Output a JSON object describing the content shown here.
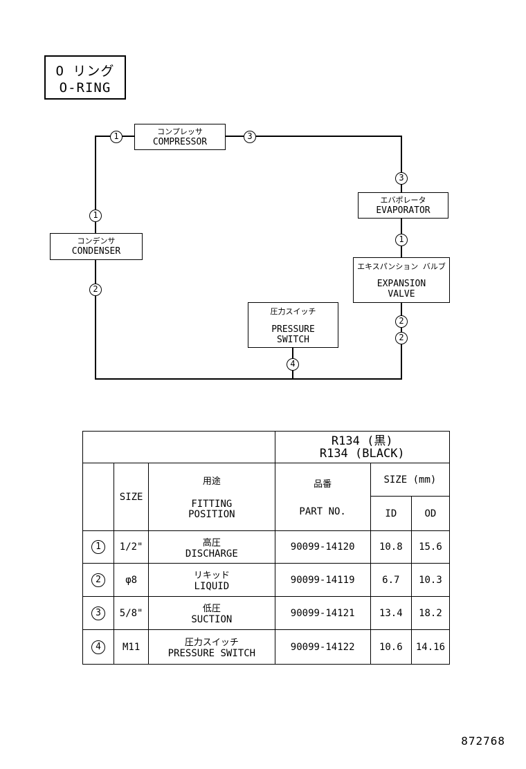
{
  "title": {
    "jp": "O リング",
    "en": "O-RING"
  },
  "components": {
    "compressor": {
      "jp": "コンプレッサ",
      "en": "COMPRESSOR"
    },
    "condenser": {
      "jp": "コンデンサ",
      "en": "CONDENSER"
    },
    "evaporator": {
      "jp": "エバポレータ",
      "en": "EVAPORATOR"
    },
    "expansion_valve": {
      "jp": "エキスパンション バルブ",
      "en1": "EXPANSION",
      "en2": "VALVE"
    },
    "pressure_switch": {
      "jp": "圧力スイッチ",
      "en1": "PRESSURE",
      "en2": "SWITCH"
    }
  },
  "markers": {
    "one": "1",
    "two": "2",
    "three": "3",
    "four": "4"
  },
  "table": {
    "header_refrigerant_jp": "R134 (黒)",
    "header_refrigerant_en": "R134 (BLACK)",
    "col_size": "SIZE",
    "col_use_jp": "用途",
    "col_use_en1": "FITTING",
    "col_use_en2": "POSITION",
    "col_part_jp": "品番",
    "col_part_en": "PART NO.",
    "col_dim": "SIZE (mm)",
    "col_id": "ID",
    "col_od": "OD",
    "rows": [
      {
        "num": "1",
        "size": "1/2\"",
        "jp": "高圧",
        "en": "DISCHARGE",
        "part": "90099-14120",
        "id": "10.8",
        "od": "15.6"
      },
      {
        "num": "2",
        "size": "φ8",
        "jp": "リキッド",
        "en": "LIQUID",
        "part": "90099-14119",
        "id": "6.7",
        "od": "10.3"
      },
      {
        "num": "3",
        "size": "5/8\"",
        "jp": "低圧",
        "en": "SUCTION",
        "part": "90099-14121",
        "id": "13.4",
        "od": "18.2"
      },
      {
        "num": "4",
        "size": "M11",
        "jp": "圧力スイッチ",
        "en": "PRESSURE SWITCH",
        "part": "90099-14122",
        "id": "10.6",
        "od": "14.16"
      }
    ]
  },
  "figure_number": "872768"
}
